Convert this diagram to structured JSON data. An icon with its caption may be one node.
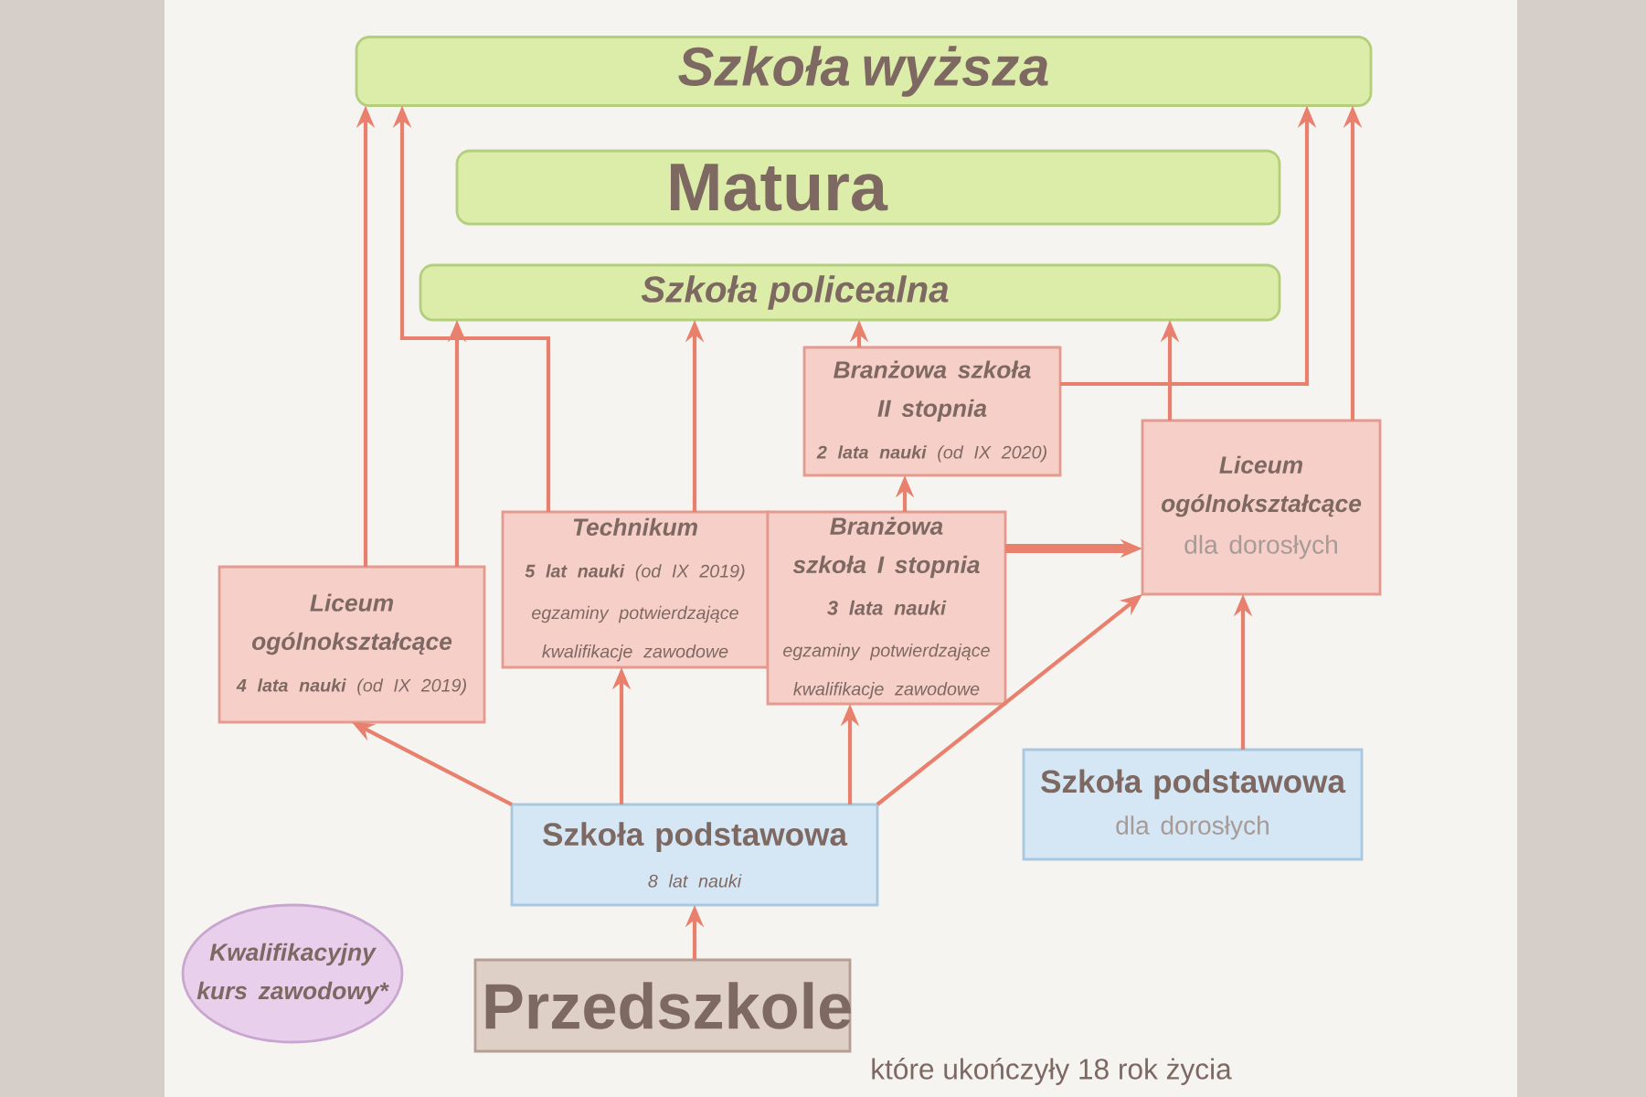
{
  "diagram": {
    "nodes": [
      {
        "text": [
          "Szkoła wyższa"
        ]
      },
      {
        "text": [
          "Matura"
        ]
      },
      {
        "text": [
          "Szkoła policealna"
        ]
      },
      {
        "text": [
          "Branżowa szkoła II stopnia",
          "**2 lata nauki** (od IX 2020)"
        ]
      },
      {
        "text": [
          "Liceum ogólnokształcące",
          "**4 lata nauki** (od IX 2019)"
        ]
      },
      {
        "text": [
          "Technikum",
          "**5 lat nauki** (od IX 2019)",
          "egzaminy potwierdzające kwalifikacje zawodowe"
        ]
      },
      {
        "text": [
          "Branżowa szkoła I stopnia",
          "3 lata nauki",
          "egzaminy potwierdzające kwalifikacje zawodowe"
        ]
      },
      {
        "text": [
          "Liceum ogólnokształcące",
          "dla dorosłych"
        ]
      },
      {
        "text": [
          "Szkoła podstawowa",
          "8 lat nauki"
        ]
      },
      {
        "text": [
          "Szkoła podstawowa",
          "dla dorosłych"
        ]
      },
      {
        "text": [
          "Kwalifikacyjny kurs zawodowy*"
        ]
      },
      {
        "text": [
          "Przedszkole"
        ]
      }
    ],
    "edges": [
      {
        "from": 11,
        "to": 8,
        "arrow": "to"
      },
      {
        "from": 8,
        "to": 4,
        "arrow": "to"
      },
      {
        "from": 8,
        "to": 5,
        "arrow": "to"
      },
      {
        "from": 8,
        "to": 6,
        "arrow": "to"
      },
      {
        "from": 8,
        "to": 7,
        "arrow": "to"
      },
      {
        "from": 9,
        "to": 7,
        "arrow": "to"
      },
      {
        "from": 6,
        "to": 3,
        "arrow": "to"
      },
      {
        "from": 6,
        "to": 7,
        "arrow": "to",
        "style": "thick"
      },
      {
        "from": 4,
        "to": 0,
        "arrow": "to"
      },
      {
        "from": 4,
        "to": 2,
        "arrow": "to"
      },
      {
        "from": 5,
        "to": 0,
        "arrow": "to"
      },
      {
        "from": 5,
        "to": 2,
        "arrow": "to"
      },
      {
        "from": 3,
        "to": 2,
        "arrow": "to"
      },
      {
        "from": 3,
        "to": 0,
        "arrow": "to"
      },
      {
        "from": 7,
        "to": 2,
        "arrow": "to"
      },
      {
        "from": 7,
        "to": 0,
        "arrow": "to"
      }
    ],
    "labels": [
      "które ukończyły 18 rok życia"
    ]
  }
}
